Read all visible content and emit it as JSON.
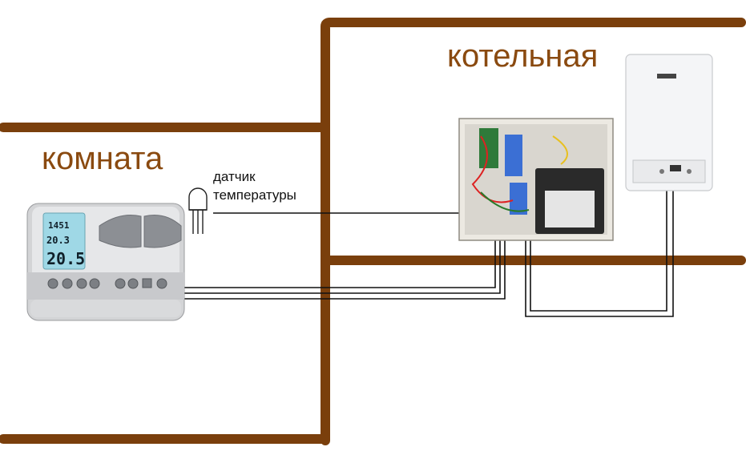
{
  "labels": {
    "boiler_room": "котельная",
    "room": "комната",
    "sensor_line1": "датчик",
    "sensor_line2": "температуры"
  },
  "thermostat_display": {
    "top": "1451",
    "middle": "20.3",
    "bottom": "20.5"
  },
  "colors": {
    "wall": "#7a3f0c",
    "wire": "#111111",
    "label": "#8a4a10",
    "lcd": "#9fd8e6"
  }
}
